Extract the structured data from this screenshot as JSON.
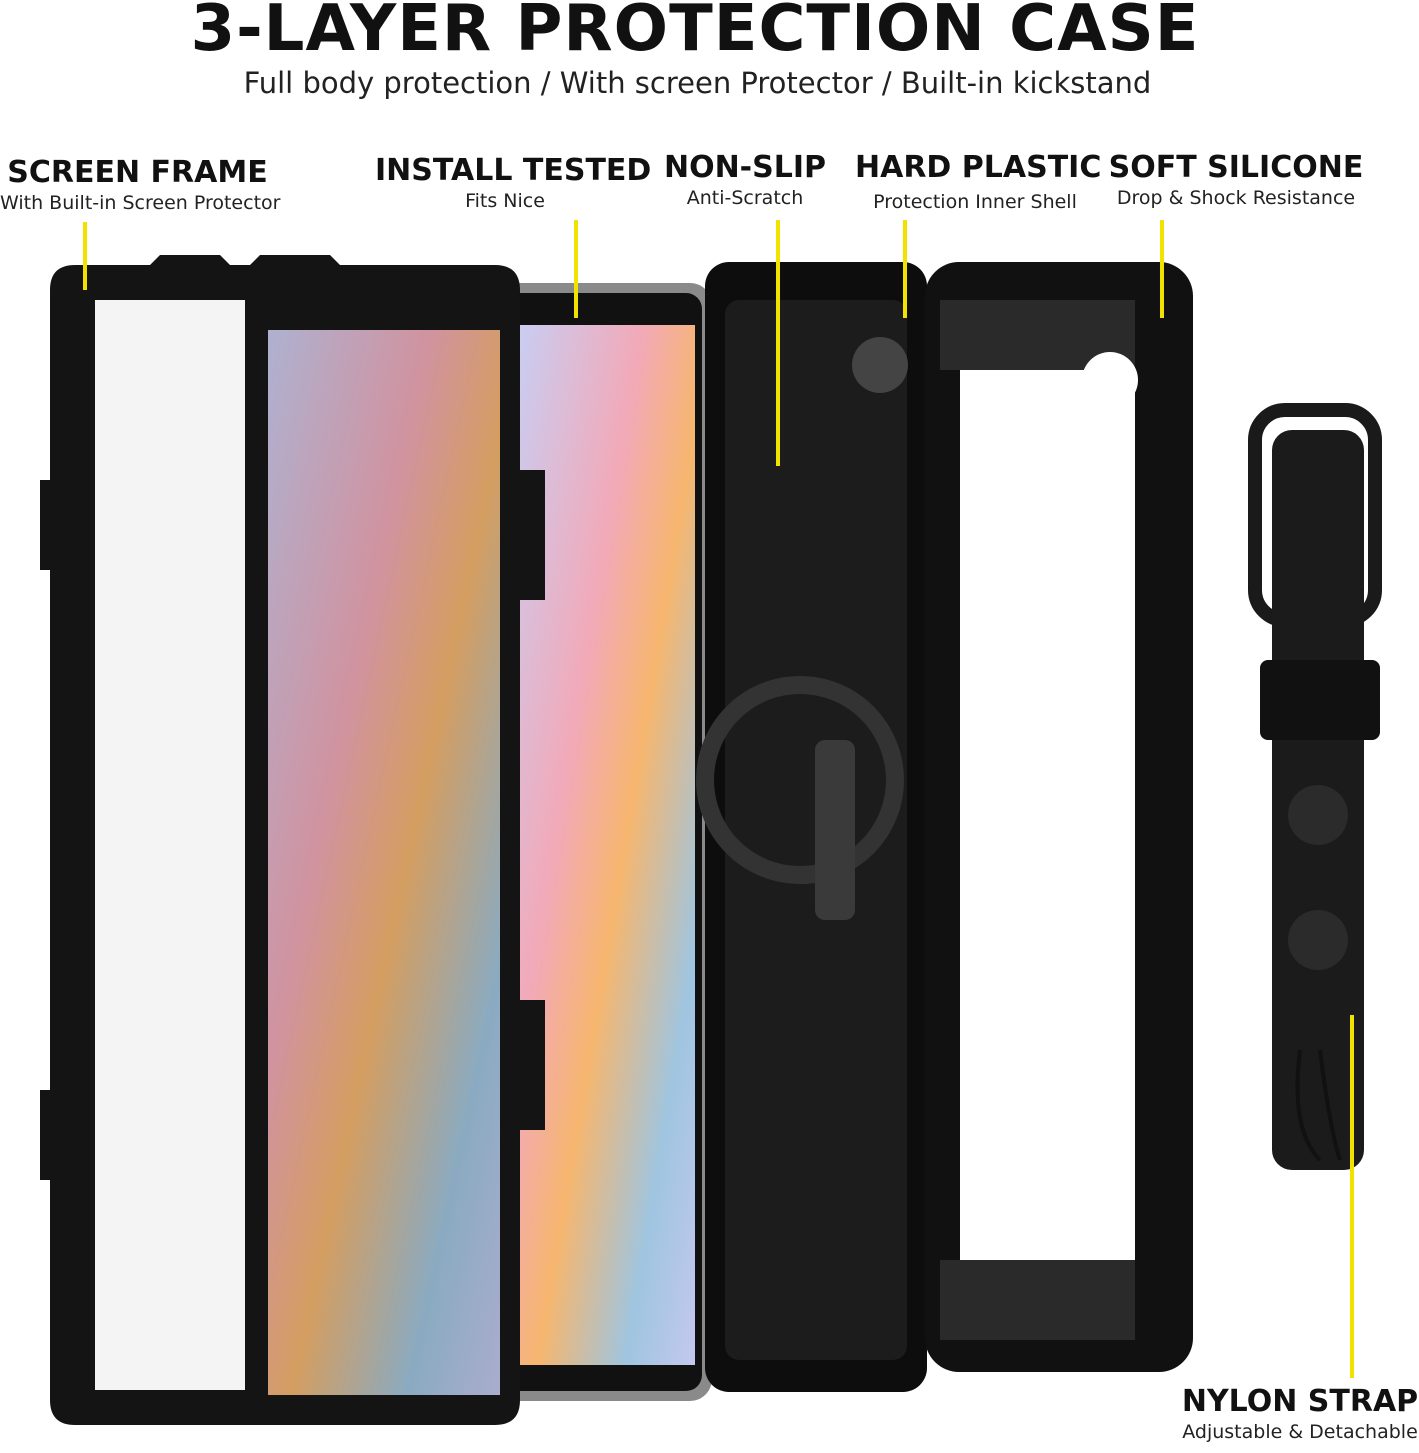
{
  "header": {
    "title": "3-LAYER PROTECTION CASE",
    "subtitle": "Full body protection / With screen Protector / Built-in kickstand"
  },
  "features": [
    {
      "title": "SCREEN FRAME",
      "subtitle": "With Built-in Screen Protector"
    },
    {
      "title": "INSTALL TESTED",
      "subtitle": "Fits Nice"
    },
    {
      "title": "NON-SLIP",
      "subtitle": "Anti-Scratch"
    },
    {
      "title": "HARD PLASTIC",
      "subtitle": "Protection Inner Shell"
    },
    {
      "title": "SOFT SILICONE",
      "subtitle": "Drop & Shock Resistance"
    },
    {
      "title": "NYLON STRAP",
      "subtitle": "Adjustable & Detachable"
    }
  ],
  "colors": {
    "callout_line": "#f2e200",
    "case": "#111111"
  }
}
